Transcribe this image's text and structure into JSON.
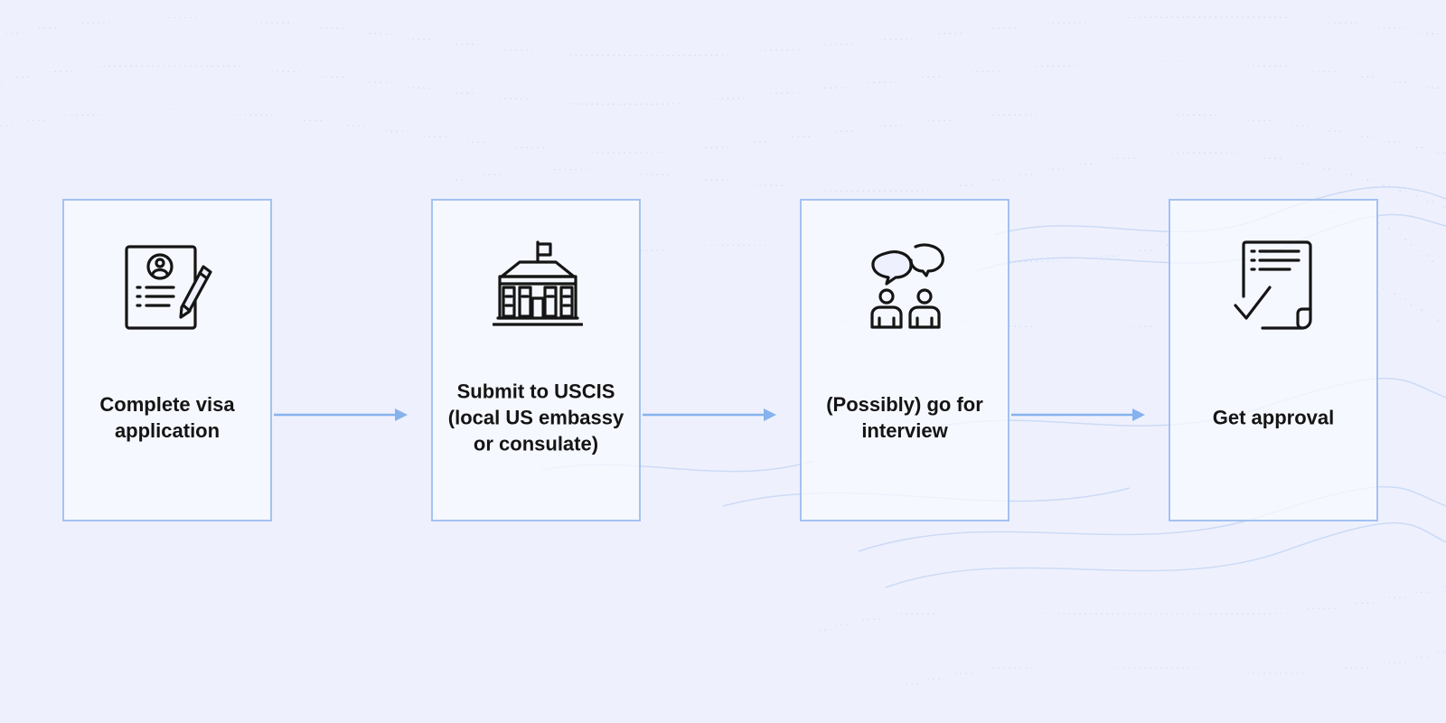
{
  "colors": {
    "background": "#eef1fd",
    "box_border": "#a3c2f2",
    "arrow": "#86b2ee",
    "icon_stroke": "#151515",
    "label_text": "#141414"
  },
  "steps": [
    {
      "label": "Complete visa application",
      "icon": "application-form-pencil-icon"
    },
    {
      "label": "Submit to USCIS (local US embassy or consulate)",
      "icon": "government-building-flag-icon"
    },
    {
      "label": "(Possibly) go for interview",
      "icon": "two-people-conversation-icon"
    },
    {
      "label": "Get approval",
      "icon": "approved-document-checkmark-icon"
    }
  ]
}
